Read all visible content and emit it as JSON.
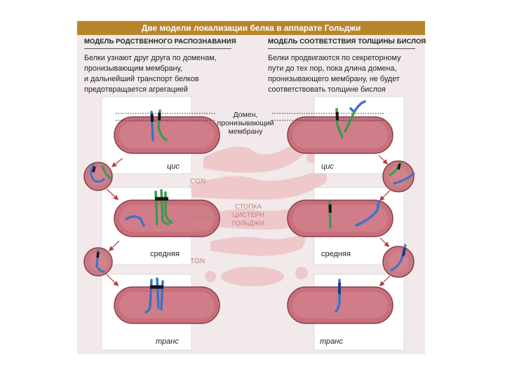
{
  "title": "Две модели локализации белка в аппарате Гольджи",
  "left_model": {
    "heading": "МОДЕЛЬ РОДСТВЕННОГО РАСПОЗНАВАНИЯ",
    "description": "Белки узнают друг друга по доменам,\nпронизывающим мембрану,\nи дальнейший транспорт белков\nпредотвращается агрегацией",
    "compartments": [
      "цис",
      "средняя",
      "транс"
    ]
  },
  "right_model": {
    "heading": "МОДЕЛЬ СООТВЕТСТВИЯ ТОЛЩИНЫ БИСЛОЯ",
    "description": "Белки продвигаются по секреторному\nпути до тех пор, пока длина домена,\nпронизывающего мембрану, не будет\nсоответствовать толщине бислоя",
    "compartments": [
      "цис",
      "средняя",
      "транс"
    ]
  },
  "callout": "Домен,\nпронизывающий\nмембрану",
  "center_stack": {
    "cgn": "CGN",
    "cis": "цис",
    "medial": "средняя",
    "trans": "транс",
    "tgn": "TGN",
    "stack_label": "СТОПКА\nЦИСТЕРН\nГОЛЬДЖИ"
  },
  "colors": {
    "title_bar": "#b9852c",
    "cisterna_fill": "#c7707c",
    "cisterna_border": "#8a3c48",
    "vesicle_fill": "#c77a84",
    "protein_green": "#3c9a4e",
    "protein_blue": "#3b74c6",
    "transmembrane": "#161616",
    "arrow": "#b63a3a",
    "watermark": "#eec5c8"
  }
}
